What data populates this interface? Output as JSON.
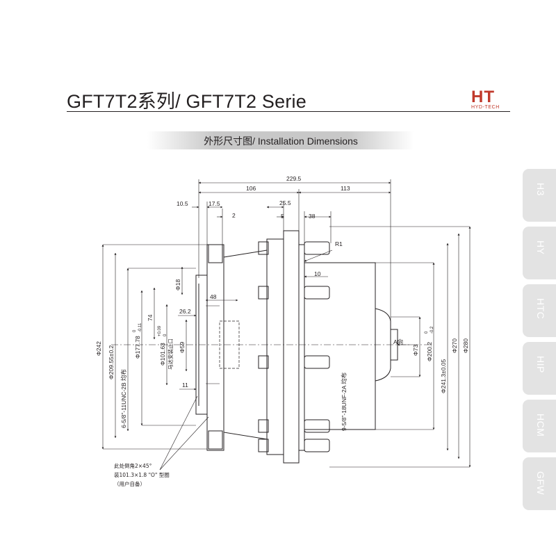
{
  "header": {
    "title": "GFT7T2系列/ GFT7T2 Serie",
    "logo_main": "HT",
    "logo_sub": "HYD-TECH",
    "subtitle": "外形尺寸图/ Installation Dimensions"
  },
  "tabs": [
    {
      "label": "H3"
    },
    {
      "label": "HY"
    },
    {
      "label": "HTC"
    },
    {
      "label": "HIP"
    },
    {
      "label": "HCM"
    },
    {
      "label": "GFW"
    }
  ],
  "drawing": {
    "top_dims": {
      "d229_5": "229.5",
      "d106": "106",
      "d113": "113",
      "d10_5": "10.5",
      "d17_5": "17.5",
      "d2": "2",
      "d25_5": "25.5",
      "d5": "5",
      "d38": "38"
    },
    "inner_dims": {
      "r1": "R1",
      "d10": "10",
      "d48": "48",
      "d26_2": "26.2",
      "d11": "11",
      "a_view": "A向"
    },
    "left_dims": {
      "phi242": "Φ242",
      "phi209": "Φ209.55±0.2",
      "holes_left": "6-5/8\"-11UNC-2B 均布",
      "phi177": "Φ177.78",
      "phi177_tol_up": "0",
      "phi177_tol_low": "-0.11",
      "d74": "74",
      "phi18": "Φ18",
      "phi101": "Φ101.63",
      "phi101_tol_up": "+0.09",
      "phi101_tol_low": "0",
      "spigot": "马达安装止口",
      "phi59": "Φ59"
    },
    "right_dims": {
      "holes_right": "9-5/8\"-18UNF-2A 均布",
      "phi73": "Φ73",
      "phi200": "Φ200.2",
      "phi200_tol_up": "0",
      "phi200_tol_low": "-0.2",
      "phi241": "Φ241.3±0.05",
      "phi270": "Φ270",
      "phi280": "Φ280"
    },
    "notes": {
      "line1": "此处倒角2×45°",
      "line2": "装101.3×1.8 \"O\" 型圈",
      "line3": "（用户自备）"
    }
  }
}
